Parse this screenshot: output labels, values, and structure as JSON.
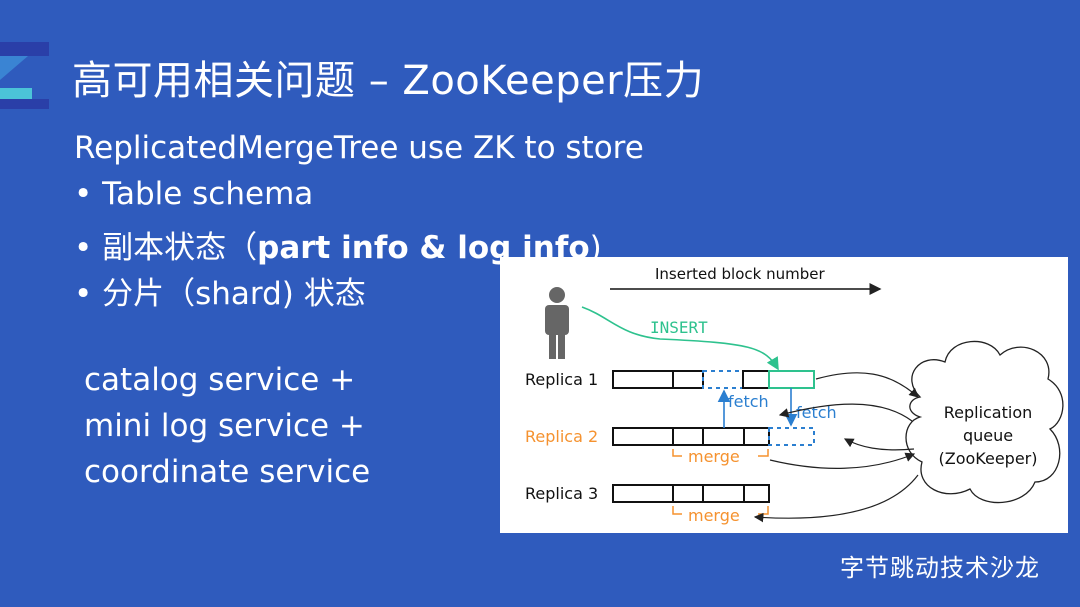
{
  "title": "高可用相关问题 – ZooKeeper压力",
  "intro": "ReplicatedMergeTree use ZK to store",
  "bullets": [
    {
      "prefix": "• Table schema",
      "bold": "",
      "suffix": ""
    },
    {
      "prefix": "• 副本状态（",
      "bold": "part info & log info",
      "suffix": ")"
    },
    {
      "prefix": "• 分片（shard) 状态",
      "bold": "",
      "suffix": ""
    }
  ],
  "services": [
    "catalog service +",
    "mini log service +",
    "coordinate service"
  ],
  "diagram": {
    "axis_label": "Inserted block number",
    "insert_label": "INSERT",
    "replicas": [
      "Replica 1",
      "Replica 2",
      "Replica 3"
    ],
    "fetch_label": "fetch",
    "merge_label": "merge",
    "queue": [
      "Replication",
      "queue",
      "(ZooKeeper)"
    ],
    "colors": {
      "insert": "#2ec28e",
      "fetch": "#2b7fd0",
      "merge": "#f5922f",
      "person": "#666666"
    }
  },
  "footer": "字节跳动技术沙龙"
}
